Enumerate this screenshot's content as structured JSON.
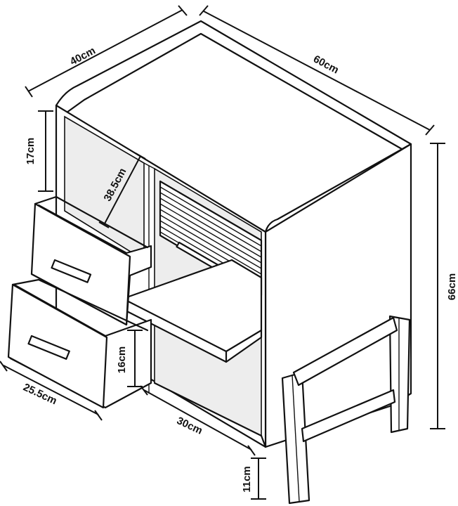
{
  "dimensions": {
    "depth": "40cm",
    "width": "60cm",
    "height": "66cm",
    "upper_opening": "17cm",
    "shelf_depth": "38.5cm",
    "drawer_height": "16cm",
    "drawer_width": "25.5cm",
    "compartment_width": "30cm",
    "leg_height": "11cm"
  },
  "icons": {
    "drawer": "drawer-icon",
    "handle": "handle-icon",
    "tambour": "tambour-door-icon",
    "leg": "leg-icon"
  }
}
